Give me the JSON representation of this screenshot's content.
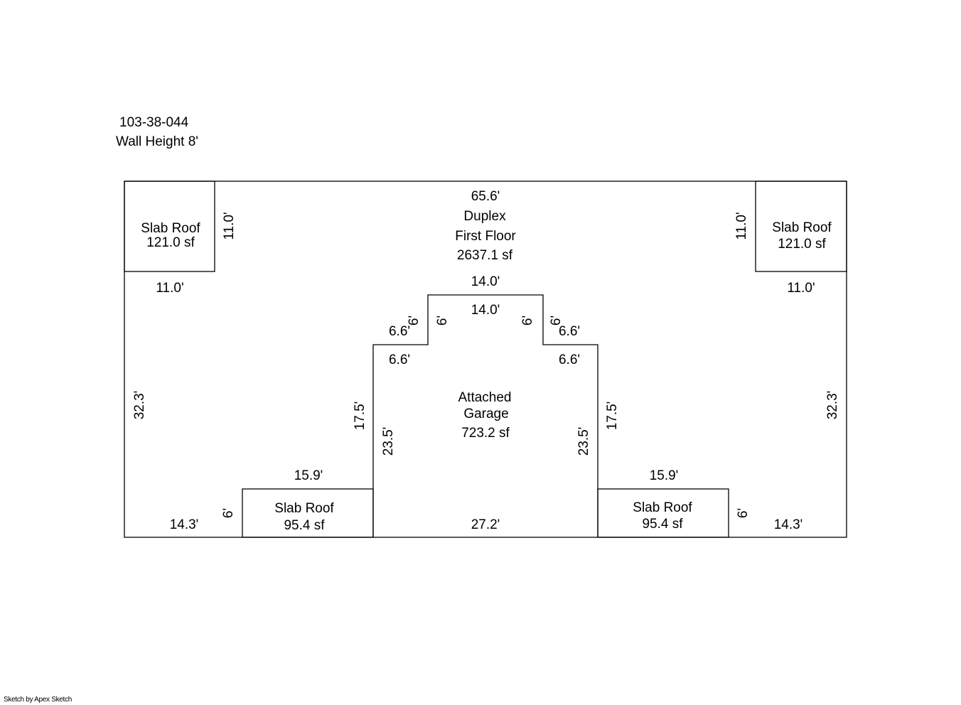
{
  "header": {
    "parcel_id": "103-38-044",
    "wall_height": "Wall Height 8'"
  },
  "areas": {
    "duplex": {
      "name": "Duplex",
      "floor": "First Floor",
      "area": "2637.1 sf"
    },
    "garage": {
      "name1": "Attached",
      "name2": "Garage",
      "area": "723.2 sf"
    },
    "slab_top_left": {
      "name": "Slab Roof",
      "area": "121.0 sf"
    },
    "slab_top_right": {
      "name": "Slab Roof",
      "area": "121.0 sf"
    },
    "slab_bottom_left": {
      "name": "Slab Roof",
      "area": "95.4 sf"
    },
    "slab_bottom_right": {
      "name": "Slab Roof",
      "area": "95.4 sf"
    }
  },
  "dimensions": {
    "top": "65.6'",
    "slab_tl_side": "11.0'",
    "slab_tl_bottom": "11.0'",
    "slab_tr_side": "11.0'",
    "slab_tr_bottom": "11.0'",
    "left": "32.3'",
    "right": "32.3'",
    "garage_top_outer": "14.0'",
    "garage_top_inner": "14.0'",
    "step_left_outer_v": "6'",
    "step_left_inner_v": "6'",
    "step_right_inner_v": "6'",
    "step_right_outer_v": "6'",
    "step_left_outer_h": "6.6'",
    "step_left_inner_h": "6.6'",
    "step_right_outer_h": "6.6'",
    "step_right_inner_h": "6.6'",
    "garage_left_outer": "17.5'",
    "garage_left_inner": "23.5'",
    "garage_right_inner": "23.5'",
    "garage_right_outer": "17.5'",
    "slab_bl_top": "15.9'",
    "slab_br_top": "15.9'",
    "slab_bl_side": "6'",
    "slab_br_side": "6'",
    "bottom_left": "14.3'",
    "bottom_right": "14.3'",
    "garage_bottom": "27.2'"
  },
  "credit": "Sketch by Apex Sketch"
}
